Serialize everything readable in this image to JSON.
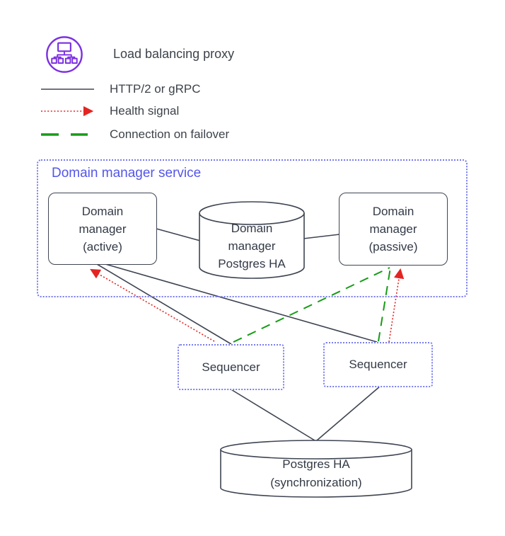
{
  "legend": {
    "items": [
      {
        "icon": "load-balancing-proxy-icon",
        "label": "Load balancing proxy"
      },
      {
        "swatch": "solid-line",
        "label": "HTTP/2 or gRPC"
      },
      {
        "swatch": "red-dotted-arrow",
        "label": "Health signal"
      },
      {
        "swatch": "green-dashed-line",
        "label": "Connection on failover"
      }
    ]
  },
  "diagram": {
    "container_label": "Domain manager service",
    "nodes": {
      "active": "Domain\nmanager\n(active)",
      "dm_postgres": "Domain\nmanager\nPostgres HA",
      "passive": "Domain\nmanager\n(passive)",
      "sequencer_left": "Sequencer",
      "sequencer_right": "Sequencer",
      "postgres_sync": "Postgres HA\n(synchronization)"
    }
  },
  "colors": {
    "proxy_purple": "#7c2fe2",
    "service_blue": "#5456e8",
    "dotted_border_blue": "#767af0",
    "health_red": "#e32522",
    "failover_green": "#169c16",
    "line_dark": "#3e4552",
    "text_dark": "#333a46"
  }
}
